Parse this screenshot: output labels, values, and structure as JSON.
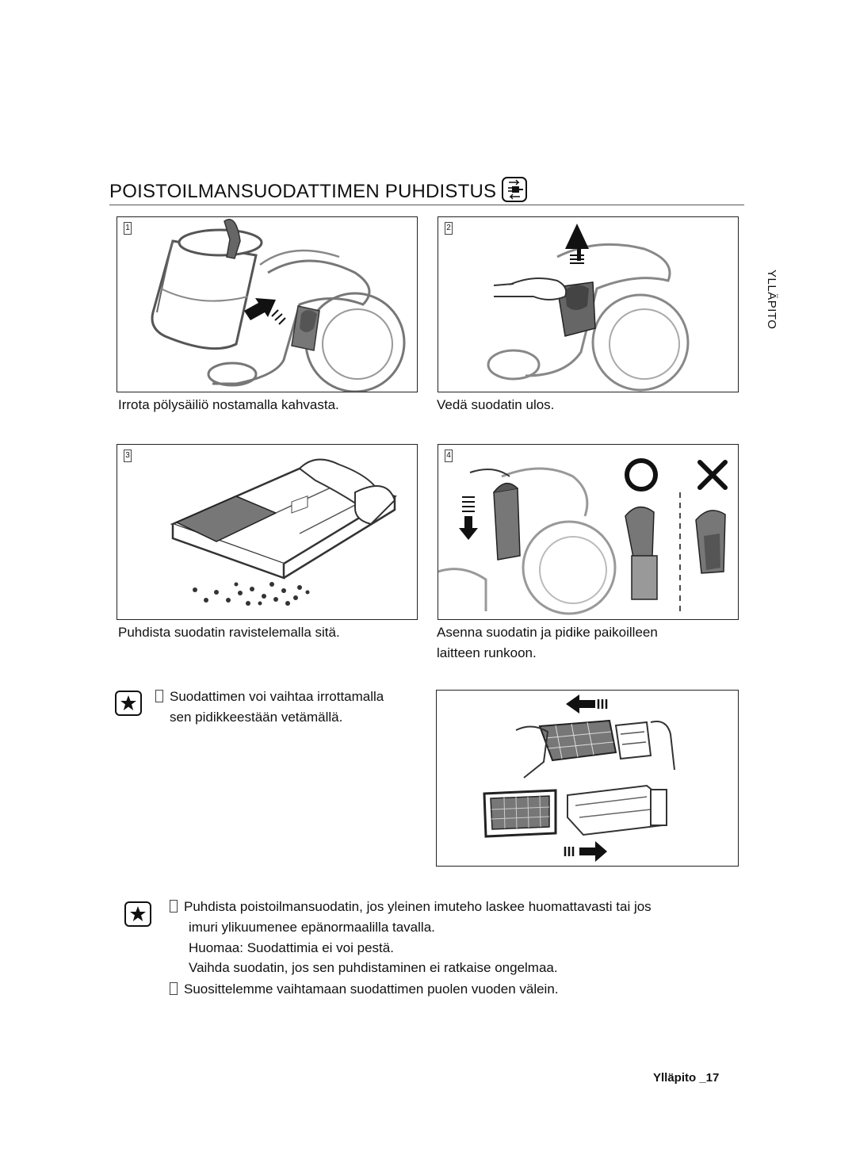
{
  "header": {
    "title": "POISTOILMANSUODATTIMEN PUHDISTUS",
    "icon": "unplug-icon"
  },
  "side_tab": {
    "label": "YLLÄPITO"
  },
  "steps": [
    {
      "number": "1",
      "caption": "Irrota pölysäiliö nostamalla kahvasta."
    },
    {
      "number": "2",
      "caption": "Vedä suodatin ulos."
    },
    {
      "number": "3",
      "caption": "Puhdista suodatin ravistelemalla sitä."
    },
    {
      "number": "4",
      "caption_line1": "Asenna suodatin ja pidike paikoilleen",
      "caption_line2": "laitteen runkoon."
    }
  ],
  "note1": {
    "icon": "star-note-icon",
    "line1": "Suodattimen voi vaihtaa irrottamalla",
    "line2": "sen pidikkeestään vetämällä."
  },
  "note2": {
    "icon": "star-note-icon",
    "bullet1_line1": "Puhdista poistoilmansuodatin, jos yleinen imuteho laskee huomattavasti tai jos",
    "bullet1_line2": "imuri ylikuumenee epänormaalilla tavalla.",
    "bullet1_line3": "Huomaa: Suodattimia ei voi pestä.",
    "bullet1_line4": "Vaihda suodatin, jos sen puhdistaminen ei ratkaise ongelmaa.",
    "bullet2": "Suosittelemme vaihtamaan suodattimen puolen vuoden välein."
  },
  "footer": {
    "text": "Ylläpito _17"
  }
}
